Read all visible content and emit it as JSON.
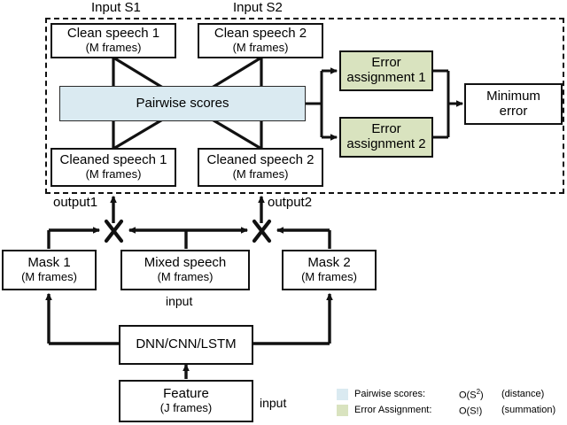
{
  "diagram": {
    "title_labels": {
      "input_s1": "Input S1",
      "input_s2": "Input S2"
    },
    "pit_block": {
      "clean_speech_1": {
        "line1": "Clean speech 1",
        "line2": "(M frames)"
      },
      "clean_speech_2": {
        "line1": "Clean speech 2",
        "line2": "(M frames)"
      },
      "pairwise_scores": {
        "line1": "Pairwise scores"
      },
      "cleaned_speech_1": {
        "line1": "Cleaned speech 1",
        "line2": "(M frames)"
      },
      "cleaned_speech_2": {
        "line1": "Cleaned speech 2",
        "line2": "(M frames)"
      },
      "error_assignment_1": {
        "line1": "Error",
        "line2": "assignment 1"
      },
      "error_assignment_2": {
        "line1": "Error",
        "line2": "assignment 2"
      },
      "minimum_error": {
        "line1": "Minimum",
        "line2": "error"
      }
    },
    "network_block": {
      "output1": "output1",
      "output2": "output2",
      "mask_1": {
        "line1": "Mask 1",
        "line2": "(M frames)"
      },
      "mixed_speech": {
        "line1": "Mixed speech",
        "line2": "(M frames)"
      },
      "mask_2": {
        "line1": "Mask 2",
        "line2": "(M frames)"
      },
      "input_mixed": "input",
      "model": {
        "line1": "DNN/CNN/LSTM"
      },
      "feature": {
        "line1": "Feature",
        "line2": "(J frames)"
      },
      "input_feature": "input"
    },
    "legend": {
      "rows": [
        {
          "swatch": "blue",
          "name": "Pairwise scores:",
          "complexity": "O(S",
          "exp": "2",
          "complexity_end": ")",
          "note": "(distance)"
        },
        {
          "swatch": "green",
          "name": "Error Assignment:",
          "complexity": "O(S!",
          "exp": "",
          "complexity_end": ")",
          "note": "(summation)"
        }
      ]
    },
    "colors": {
      "pairwise_fill": "#daeaf1",
      "error_fill": "#d9e3bf",
      "stroke": "#111111",
      "background": "#ffffff"
    }
  }
}
